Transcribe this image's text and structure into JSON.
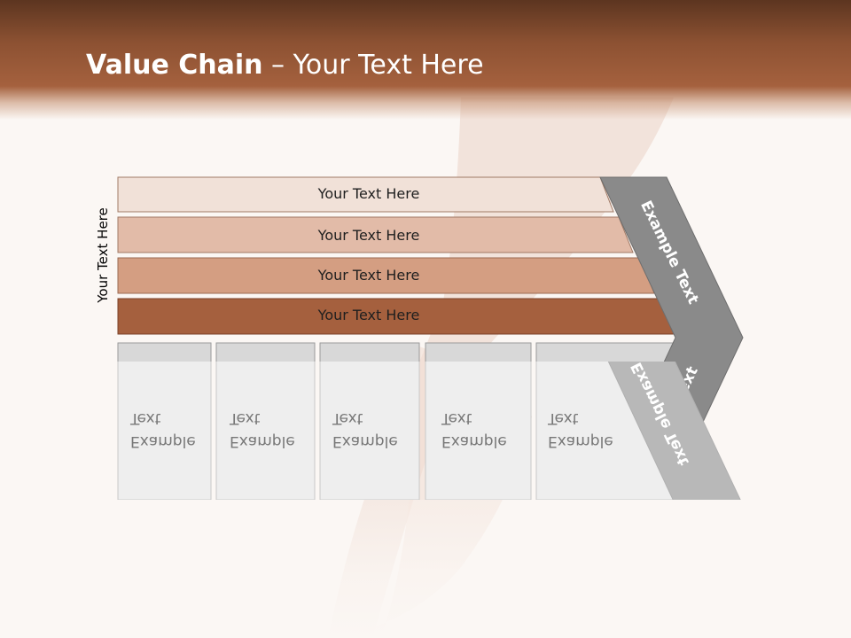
{
  "title": {
    "bold": "Value Chain",
    "rest": " – Your Text Here"
  },
  "side_label": "Your Text Here",
  "rows": [
    {
      "label": "Your Text Here",
      "color": "#f1e1d8"
    },
    {
      "label": "Your Text Here",
      "color": "#e2bba8"
    },
    {
      "label": "Your Text Here",
      "color": "#d49e82"
    },
    {
      "label": "Your Text Here",
      "color": "#a5603e"
    }
  ],
  "boxes": [
    {
      "line1": "Example",
      "line2": "Text"
    },
    {
      "line1": "Example",
      "line2": "Text"
    },
    {
      "line1": "Example",
      "line2": "Text"
    },
    {
      "line1": "Example",
      "line2": "Text"
    },
    {
      "line1": "Example",
      "line2": "Text"
    }
  ],
  "chevron": {
    "upper_label": "Example Text",
    "lower_label": "Example Text",
    "color": "#8a8a8a"
  },
  "colors": {
    "header": "#9c5a38",
    "box_fill": "#d8d8d8",
    "background": "#fbf7f4"
  }
}
